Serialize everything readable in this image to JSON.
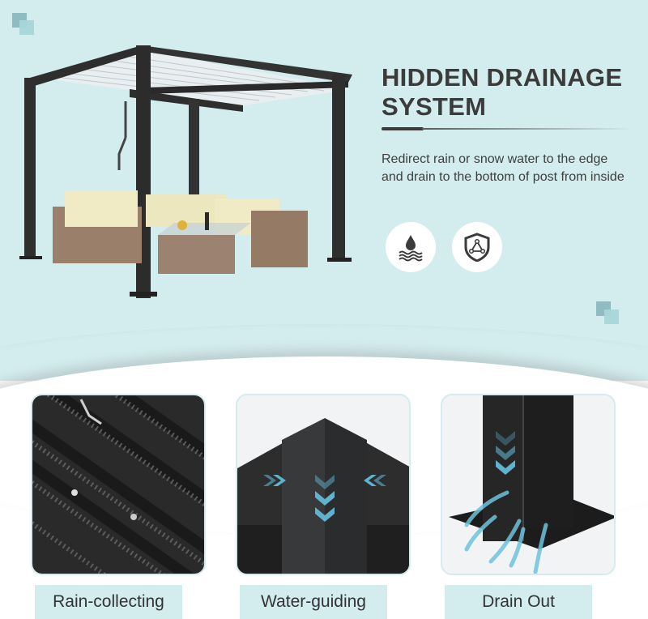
{
  "header": {
    "title_line1": "HIDDEN DRAINAGE",
    "title_line2": "SYSTEM",
    "description": "Redirect rain or snow water to the edge and drain to the bottom of post from inside"
  },
  "feature_icons": [
    {
      "name": "water-drop-waves-icon"
    },
    {
      "name": "shield-triangle-icon"
    }
  ],
  "product_image": {
    "alt": "Louvered pergola with wicker sectional sofa and glass table"
  },
  "cards": [
    {
      "label": "Rain-collecting",
      "image": "rain-on-louvers"
    },
    {
      "label": "Water-guiding",
      "image": "corner-beam-arrows"
    },
    {
      "label": "Drain Out",
      "image": "post-base-drain-arrows"
    }
  ],
  "colors": {
    "background_teal": "#d3ecee",
    "text_dark": "#3b3b3b",
    "arrow_blue": "#5fb3cf",
    "frame_black": "#2b2b2b"
  }
}
